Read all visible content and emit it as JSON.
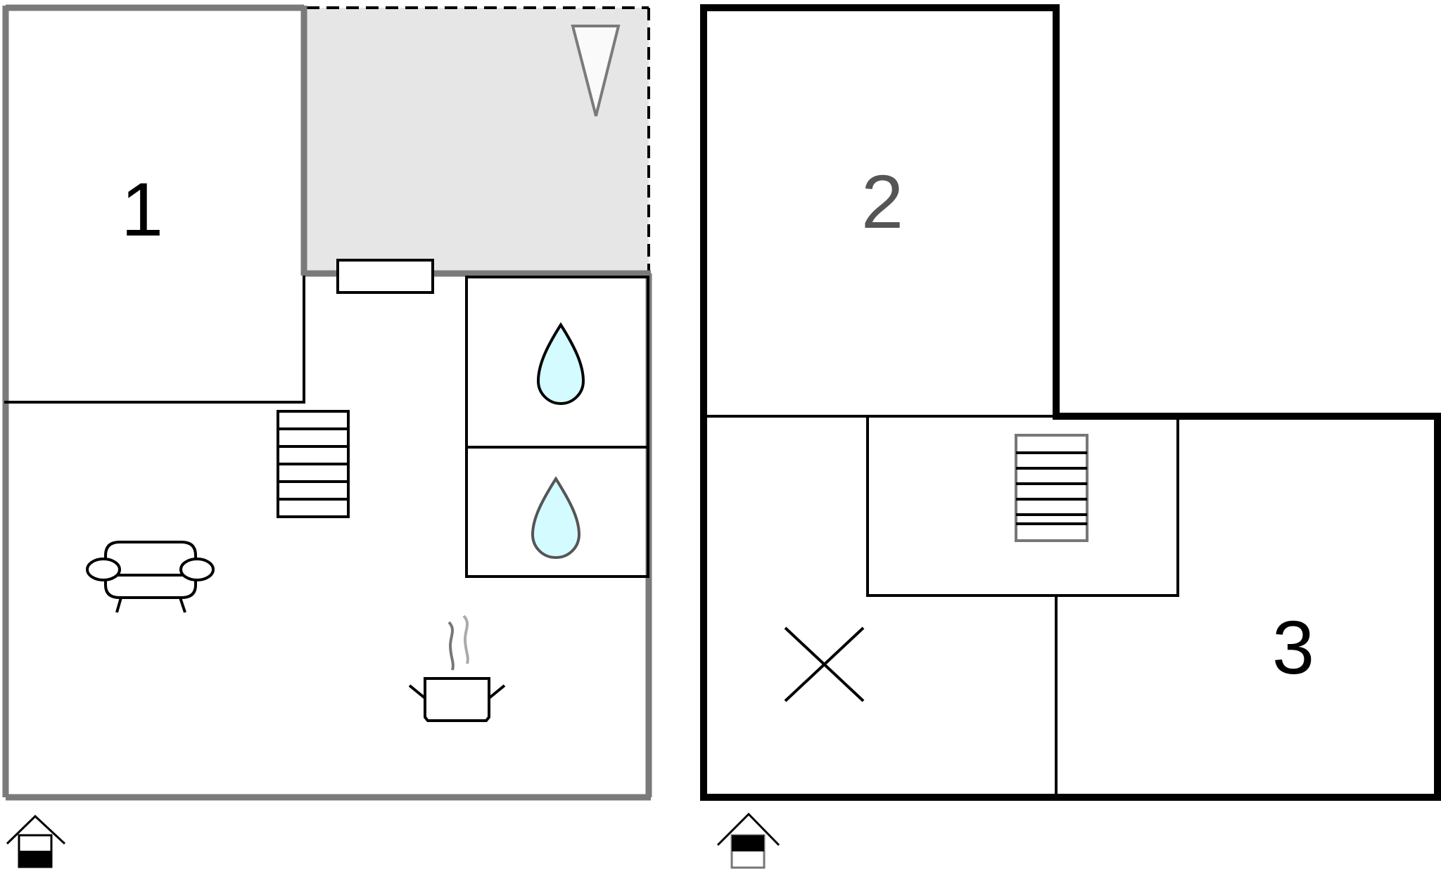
{
  "floors": [
    {
      "rooms": [
        {
          "label": "1"
        }
      ],
      "icons": [
        "window-icon",
        "compass-arrow-icon",
        "stairs-icon",
        "sofa-icon",
        "water-drop-icon",
        "water-drop-icon",
        "cooking-pot-icon",
        "floor-indicator-ground-icon"
      ]
    },
    {
      "rooms": [
        {
          "label": "2"
        },
        {
          "label": "3"
        }
      ],
      "icons": [
        "stairs-icon",
        "cross-icon",
        "floor-indicator-upper-icon"
      ]
    }
  ],
  "colors": {
    "wall_dark": "#000000",
    "wall_gray": "#7a7a7a",
    "terrace_fill": "#e6e6e6",
    "water_fill": "#d4fbff"
  }
}
